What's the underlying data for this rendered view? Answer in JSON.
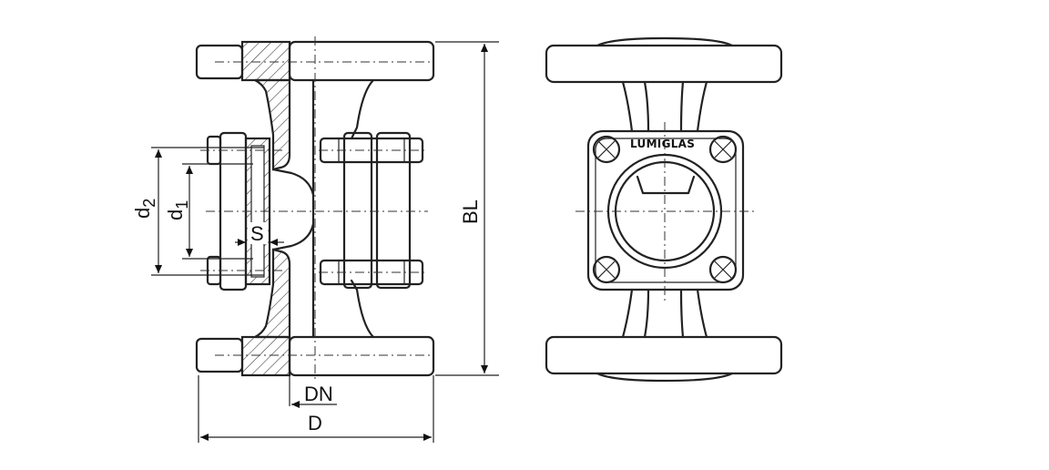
{
  "labels": {
    "d2_base": "d",
    "d2_sub": "2",
    "d1_base": "d",
    "d1_sub": "1",
    "s": "S",
    "dn": "DN",
    "d": "D",
    "bl": "BL",
    "brand": "LUMIGLAS"
  }
}
